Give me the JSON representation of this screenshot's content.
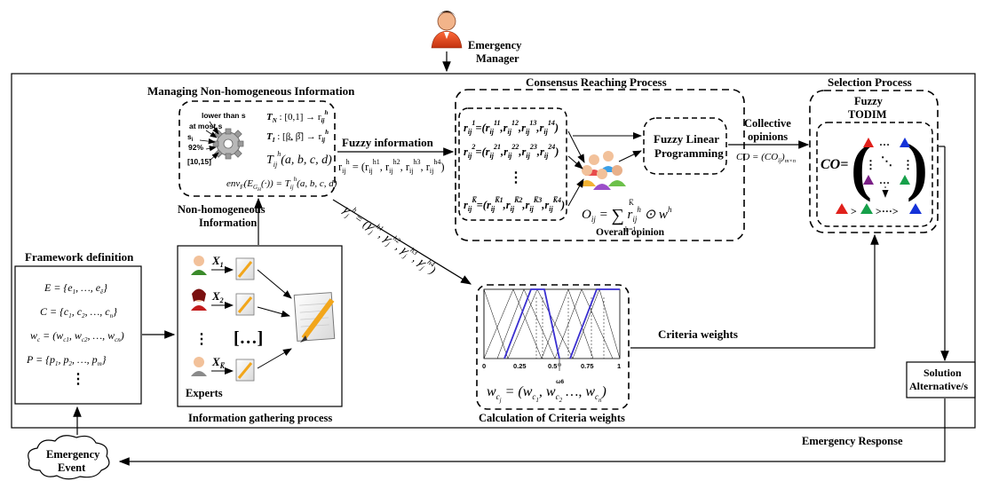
{
  "top": {
    "manager_label": "Emergency\nManager"
  },
  "sections": {
    "managing_title": "Managing Non-homogeneous Information",
    "consensus_title": "Consensus Reaching  Process",
    "selection_title": "Selection Process",
    "framework_title": "Framework definition",
    "info_gathering_title": "Information gathering process",
    "criteria_calc_title": "Calculation of  Criteria weights"
  },
  "managing": {
    "small_labels": [
      "lower than s",
      "at most s",
      "s",
      "92%",
      "[10,15]"
    ],
    "formula_TN": "T",
    "formula_TI": "T",
    "formula_T": "T",
    "env_formula": "env(E(·)) = T(a,b,c,d)"
  },
  "flow_labels": {
    "fuzzy_information": "Fuzzy  information",
    "non_homogeneous": "Non-homogeneous\nInformation",
    "collective_opinions": "Collective\nopinions",
    "criteria_weights": "Criteria weights",
    "emergency_response": "Emergency Response"
  },
  "consensus": {
    "flp_label": "Fuzzy Linear\nProgramming",
    "overall_opinion": "Overall opinion",
    "co_formula": "CO = (CO",
    "dots": "⋮"
  },
  "selection": {
    "todim_title": "Fuzzy\nTODIM",
    "co_label": "CO="
  },
  "framework": {
    "sets": [
      "E = {e₁, …, e̅}",
      "C = {c₁, c₂, …, cₙ}",
      "wᶜ = (wᶜ₁, wᶜ₂, …, wᶜₙ)",
      "P = {p₁, p₂, …, pₘ}"
    ],
    "dots": "⋮"
  },
  "gathering": {
    "expert_vars": [
      "X",
      "X",
      "X"
    ],
    "dots": "⋮",
    "ellipsis_box": "[…]",
    "experts_label": "Experts"
  },
  "criteria": {
    "ticks": [
      "0",
      "0.25",
      "0.5",
      "0.75",
      "1"
    ],
    "omega_label": "ω6"
  },
  "bottom": {
    "solution_label": "Solution\nAlternative/s",
    "event_label": "Emergency\nEvent"
  },
  "colors": {
    "red": "#e0201b",
    "green": "#16a04a",
    "blue": "#1432d8",
    "purple": "#7a1f86",
    "fuzzy_blue": "#3a2fd0",
    "line": "#000000"
  }
}
